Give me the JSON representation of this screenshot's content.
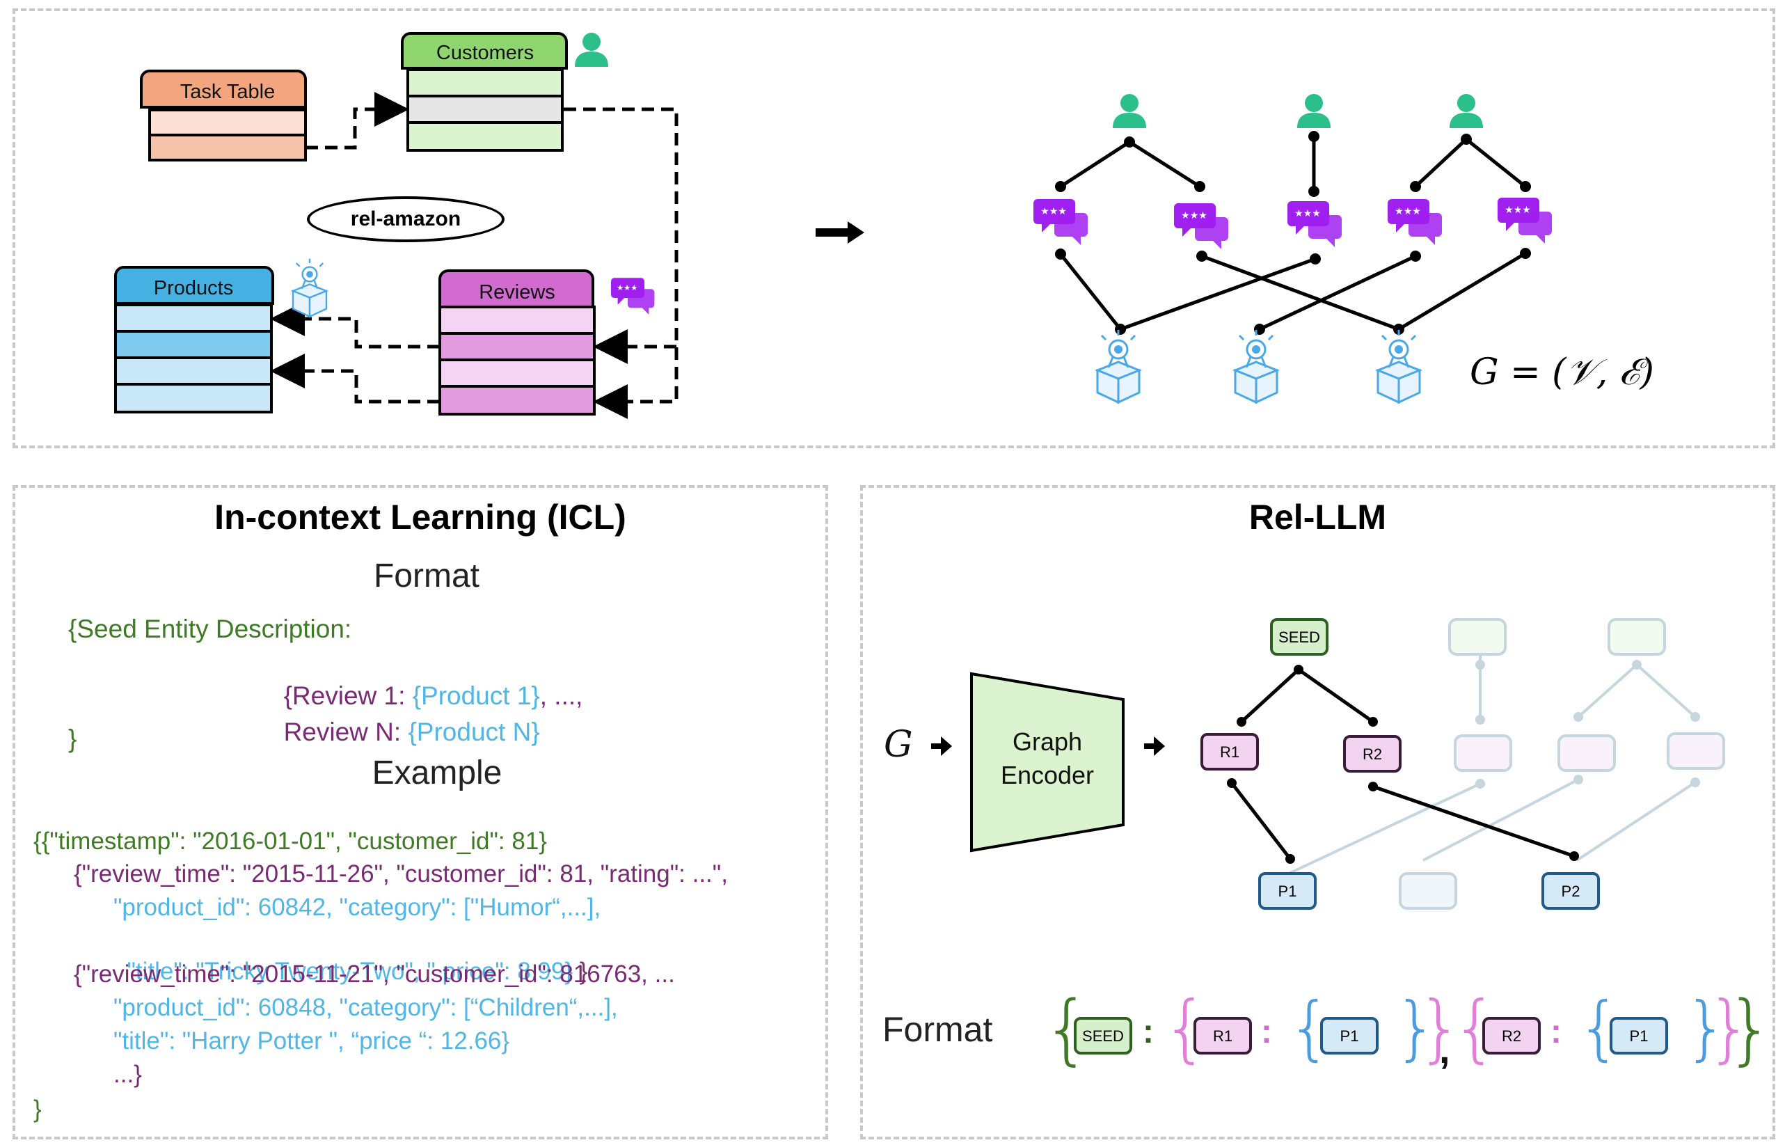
{
  "schema": {
    "task_table": "Task Table",
    "customers": "Customers",
    "products": "Products",
    "reviews": "Reviews",
    "dataset": "rel-amazon",
    "graph_formula": "G = (𝒱, ℰ)"
  },
  "icl": {
    "title": "In-context Learning (ICL)",
    "format_heading": "Format",
    "format_lines": {
      "l1": "{Seed Entity Description:",
      "l2a": "{Review 1: ",
      "l2b": "{Product 1}",
      "l2c": ", ...,",
      "l3a": "Review N: ",
      "l3b": "{Product N}",
      "l4": "}"
    },
    "example_heading": "Example",
    "example_lines": {
      "e1": "{{\"timestamp\": \"2016-01-01\", \"customer_id\": 81}",
      "e2": "{\"review_time\": \"2015-11-26\", \"customer_id\": 81, \"rating\": ...\",",
      "e3": "\"product_id\": 60842, \"category\": [\"Humor“,...],",
      "e4a": "\"title\": \"Tricky Twenty-Two\", \" price\": 8.99}",
      "e4b": " }",
      "e5": "{\"review_time\": \"2015-11-21\", \"customer_id\": 816763, ...",
      "e6": "\"product_id\": 60848, \"category\": [“Children“,...],",
      "e7": "\"title\": \"Harry Potter \", “price “: 12.66}",
      "e8": "...}",
      "e9": "}"
    }
  },
  "rel_llm": {
    "title": "Rel-LLM",
    "g_symbol": "G",
    "encoder_line1": "Graph",
    "encoder_line2": "Encoder",
    "seed": "SEED",
    "r1": "R1",
    "r2": "R2",
    "p1": "P1",
    "p2": "P2",
    "format_label": "Format",
    "colon": ":",
    "comma": ","
  },
  "colors": {
    "customer_green": "#2bbf8a",
    "review_purple": "#a020f0",
    "product_blue": "#4aa8e8",
    "task_orange": "#f2a57e",
    "customers_green": "#8fd66f",
    "products_blue": "#45b0e2",
    "reviews_magenta": "#d26bd0"
  }
}
